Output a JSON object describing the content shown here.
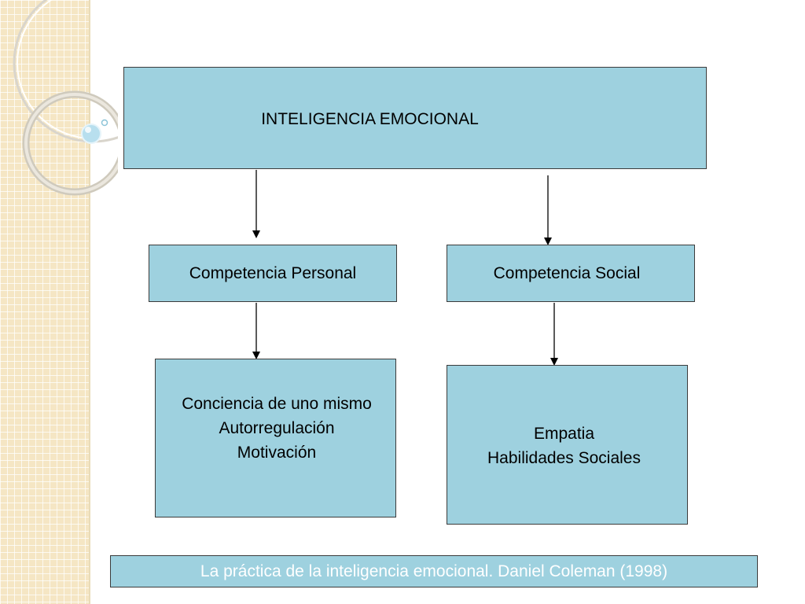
{
  "diagram": {
    "root": {
      "label": "INTELIGENCIA EMOCIONAL"
    },
    "branches": [
      {
        "label": "Competencia Personal",
        "items": [
          "Conciencia de uno mismo",
          "Autorregulación",
          "Motivación"
        ]
      },
      {
        "label": "Competencia Social",
        "items": [
          "Empatia",
          "Habilidades Sociales"
        ]
      }
    ],
    "citation": "La práctica de la inteligencia emocional. Daniel Coleman (1998)"
  },
  "colors": {
    "box_fill": "#9ed1df",
    "box_border": "#3b3b3b",
    "side_band": "#f5e6c4",
    "citation_text": "#ffffff"
  }
}
